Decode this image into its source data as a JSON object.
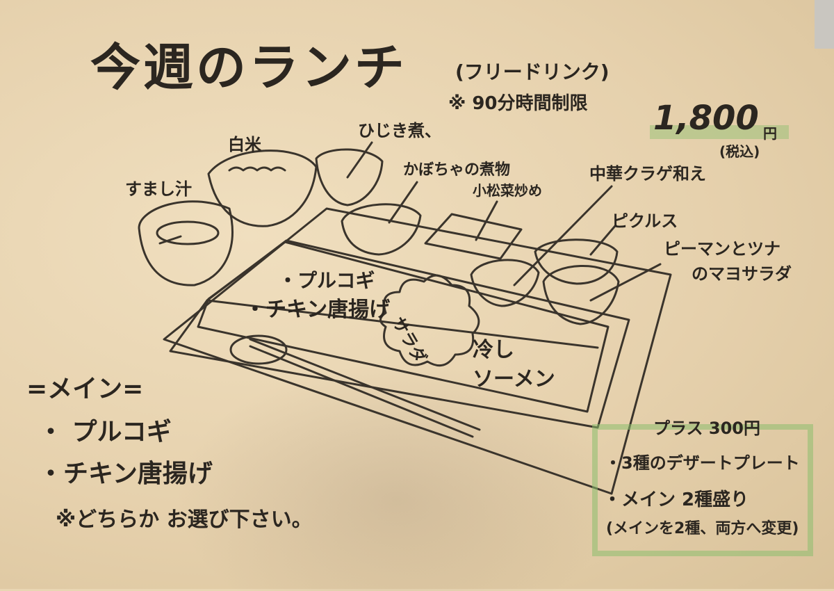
{
  "title": "今週のランチ",
  "drink": "(フリードリンク)",
  "time_limit": "※ 90分時間制限",
  "price": {
    "amount": "1,800",
    "unit": "円",
    "tax": "(税込)"
  },
  "dish_labels": {
    "soup": "すまし汁",
    "rice": "白米",
    "hijiki": "ひじき煮、",
    "kabocha_1": "かぼちゃの煮物",
    "kabocha_2": "小松菜炒め",
    "chuka": "中華クラゲ和え",
    "pickles": "ピクルス",
    "salad_1": "ピーマンとツナ",
    "salad_2": "のマヨサラダ"
  },
  "plate_labels": {
    "bulgogi": "・プルコギ",
    "chicken": "・チキン唐揚げ",
    "salad": "サラダ",
    "somen_1": "冷し",
    "somen_2": "ソーメン"
  },
  "main": {
    "heading": "=メイン=",
    "items": [
      "・ プルコギ",
      "・チキン唐揚げ"
    ],
    "note": "※どちらか お選び下さい。"
  },
  "plus": {
    "heading": "プラス 300円",
    "items": [
      "・3種のデザートプレート",
      "・メイン 2種盛り",
      "(メインを2種、両方へ変更)"
    ]
  },
  "colors": {
    "paper": "#e9d6b3",
    "ink": "#2b2620",
    "highlight": "#8cbe6e"
  }
}
